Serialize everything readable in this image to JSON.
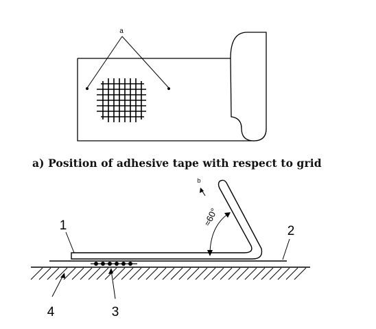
{
  "figure_a": {
    "callout_a": "a",
    "caption": "a) Position of adhesive tape with respect to grid"
  },
  "figure_b": {
    "callout_b": "b",
    "angle_label": "≈60°",
    "label_1": "1",
    "label_2": "2",
    "label_3": "3",
    "label_4": "4"
  }
}
